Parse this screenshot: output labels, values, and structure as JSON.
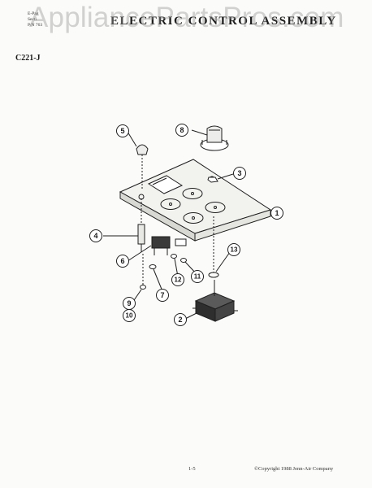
{
  "header": {
    "lines": [
      "E-Pag",
      "Secti",
      "P/N 763"
    ],
    "title": "ELECTRIC CONTROL ASSEMBLY"
  },
  "watermark": "AppliancePartsPros.com",
  "section_code": "C221-J",
  "callouts": [
    "1",
    "2",
    "3",
    "4",
    "5",
    "6",
    "7",
    "8",
    "9",
    "10",
    "11",
    "12",
    "13"
  ],
  "footer": {
    "page": "1-5",
    "copyright": "©Copyright 1988 Jenn-Air Company"
  },
  "colors": {
    "line": "#1f1f1f",
    "paper": "#fbfbf9",
    "watermark": "#969696"
  }
}
